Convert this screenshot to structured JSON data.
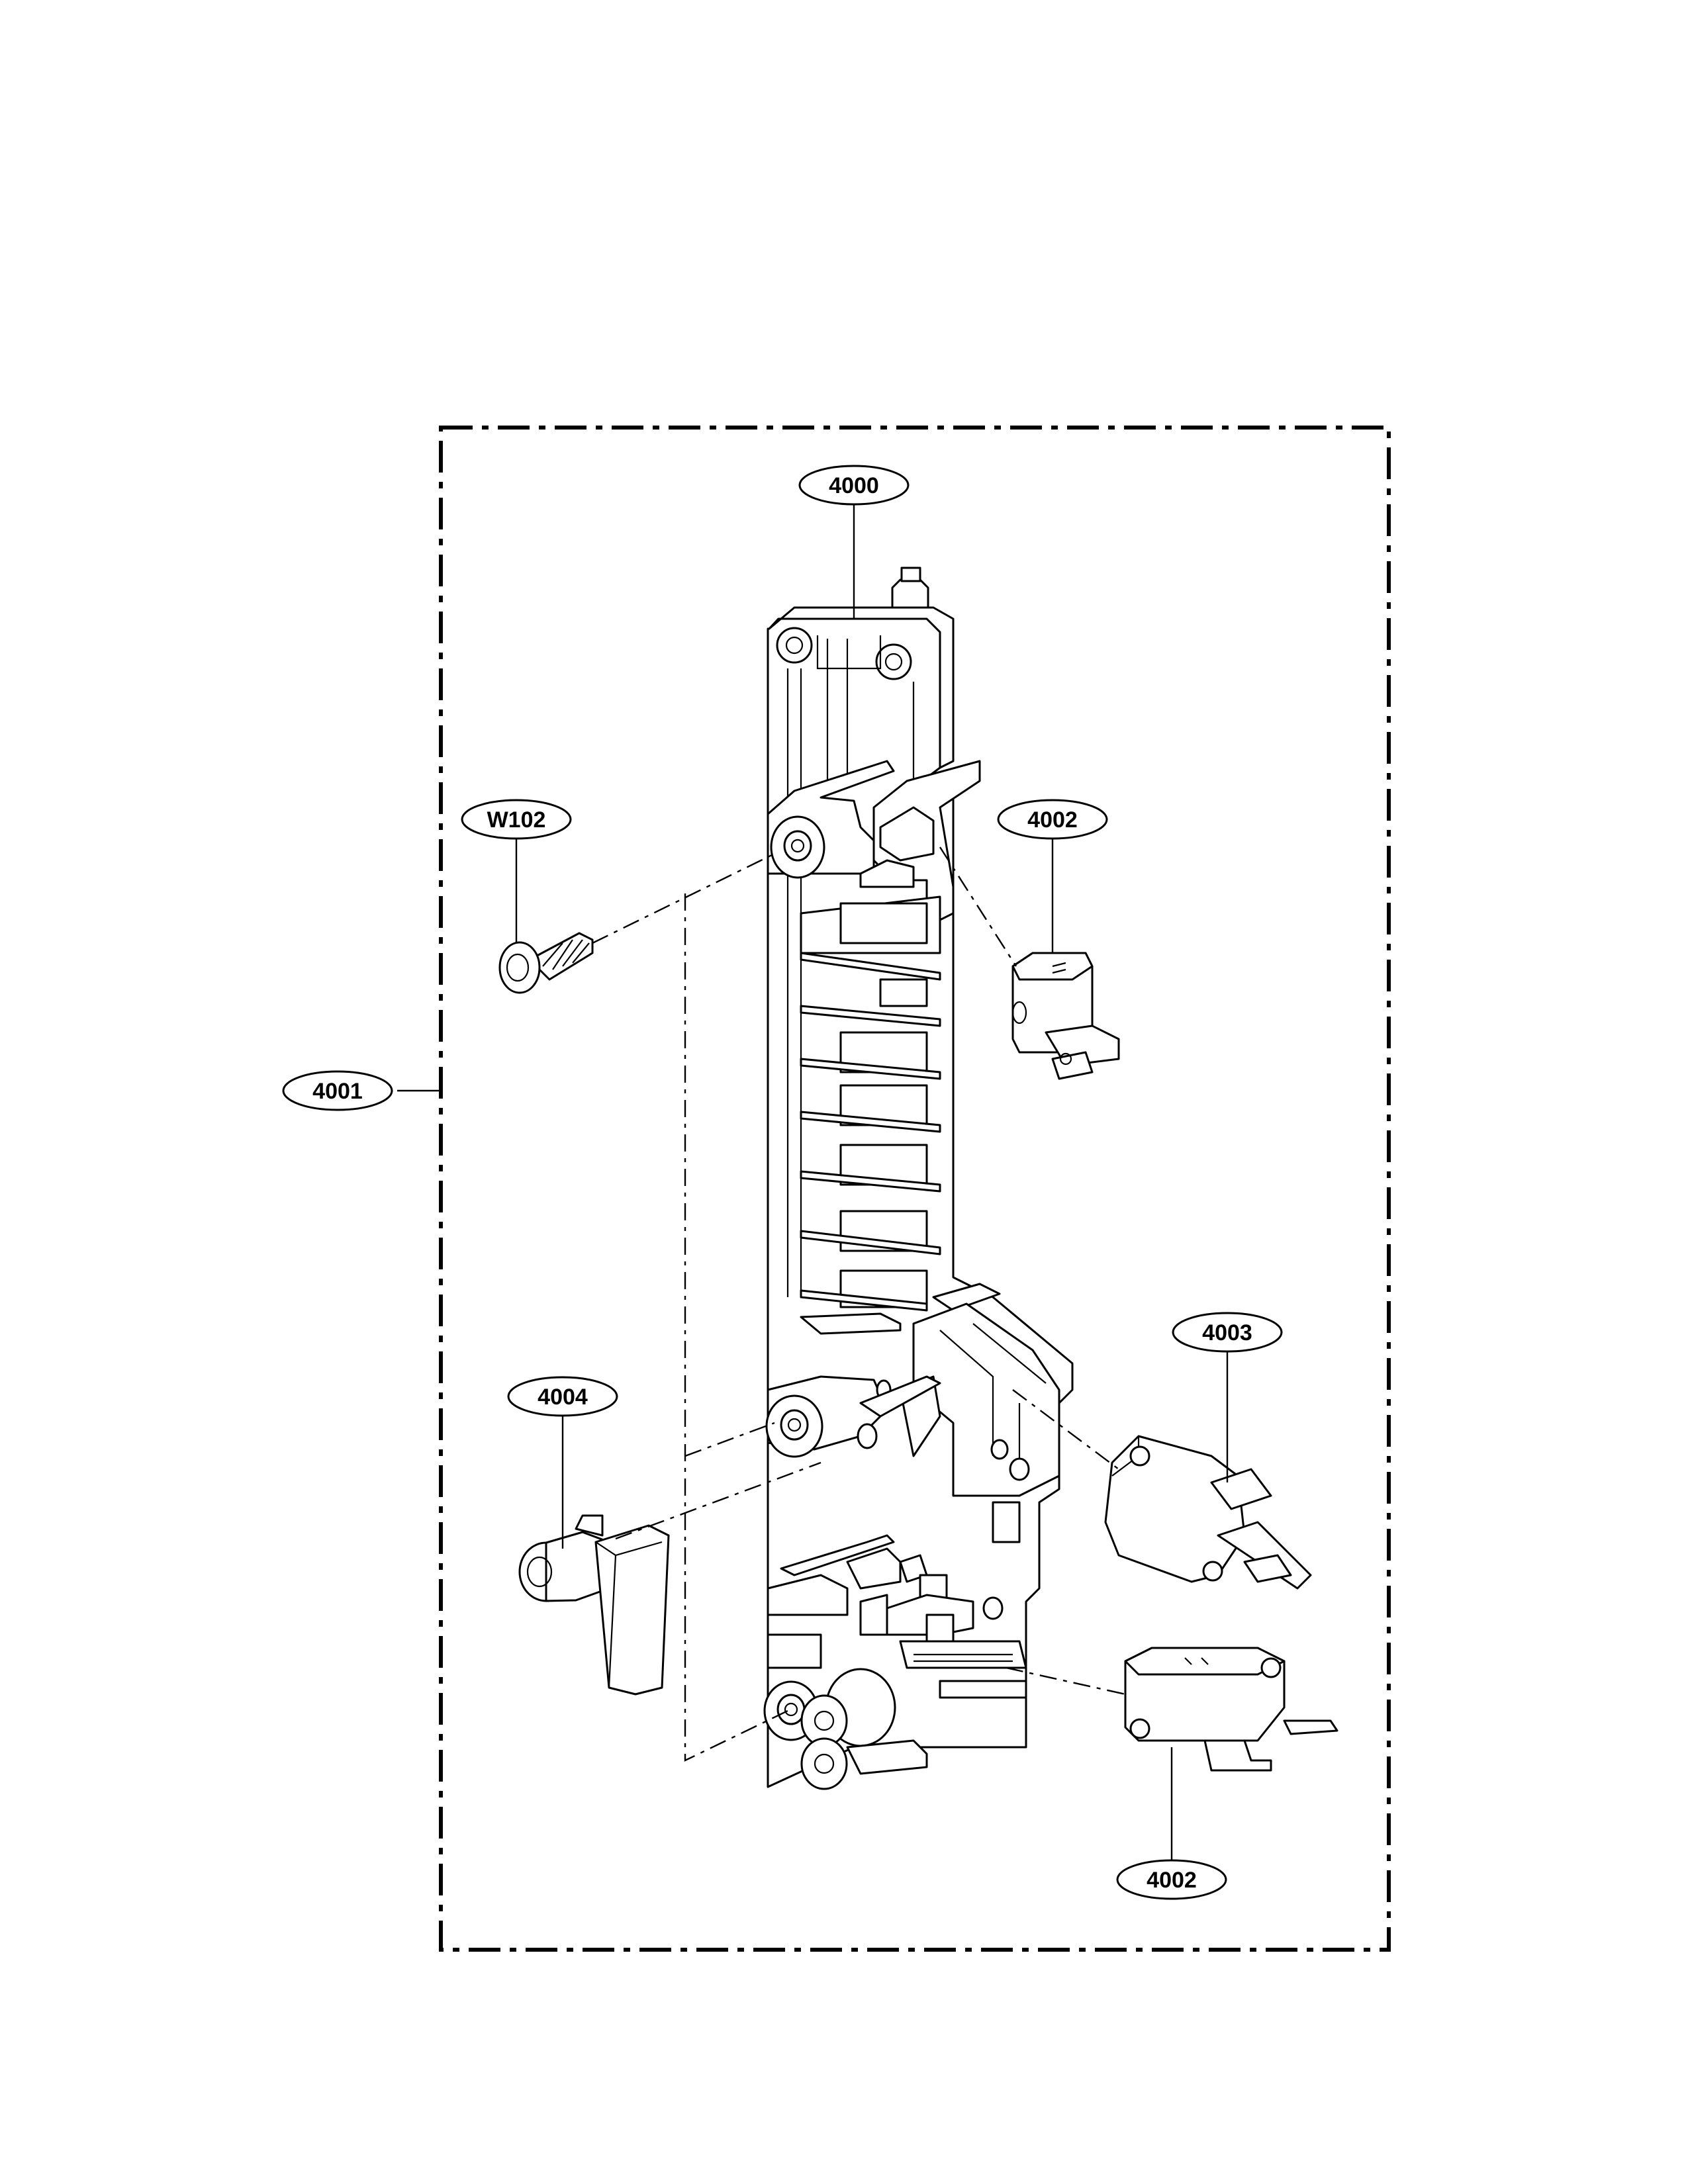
{
  "diagram": {
    "callouts": [
      {
        "id": "c4000",
        "label": "4000"
      },
      {
        "id": "c4001",
        "label": "4001"
      },
      {
        "id": "cW102",
        "label": "W102"
      },
      {
        "id": "c4002a",
        "label": "4002"
      },
      {
        "id": "c4003",
        "label": "4003"
      },
      {
        "id": "c4004",
        "label": "4004"
      },
      {
        "id": "c4002b",
        "label": "4002"
      }
    ],
    "parts": [
      {
        "name": "latch-board-assembly",
        "callout": "4000"
      },
      {
        "name": "screw",
        "callout": "W102"
      },
      {
        "name": "micro-switch-upper",
        "callout": "4002"
      },
      {
        "name": "micro-switch-middle",
        "callout": "4003"
      },
      {
        "name": "lever",
        "callout": "4004"
      },
      {
        "name": "micro-switch-lower",
        "callout": "4002"
      }
    ]
  }
}
